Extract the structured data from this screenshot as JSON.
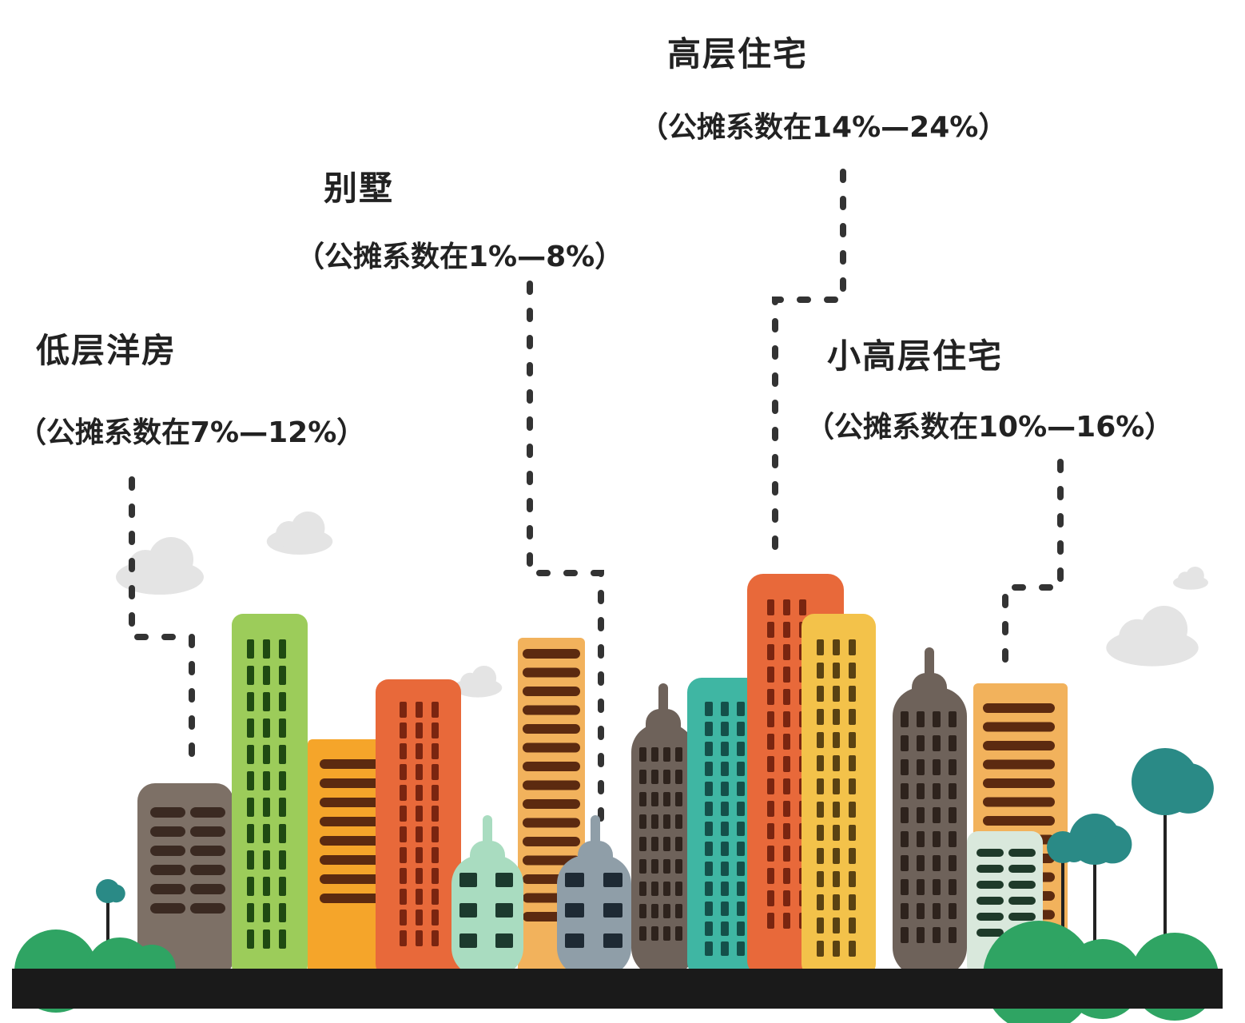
{
  "labels": {
    "low_rise": {
      "title": "低层洋房",
      "ratio": "（公摊系数在7%—12%）"
    },
    "villa": {
      "title": "别墅",
      "ratio": "（公摊系数在1%—8%）"
    },
    "high_rise": {
      "title": "高层住宅",
      "ratio": "（公摊系数在14%—24%）"
    },
    "mid_high_rise": {
      "title": "小高层住宅",
      "ratio": "（公摊系数在10%—16%）"
    }
  },
  "colors": {
    "ground": "#1a1a1a",
    "brown": "#7d7066",
    "lime": "#9ccc5a",
    "amber": "#f5a52a",
    "orange_red": "#e8693a",
    "tan": "#f2b25c",
    "mint": "#a9dcc0",
    "slate": "#8f9ea8",
    "teal": "#3fb6a3",
    "yellow": "#f3c24a",
    "tree": "#2a8a86",
    "bush": "#2fa463",
    "cloud": "#e4e4e4"
  }
}
